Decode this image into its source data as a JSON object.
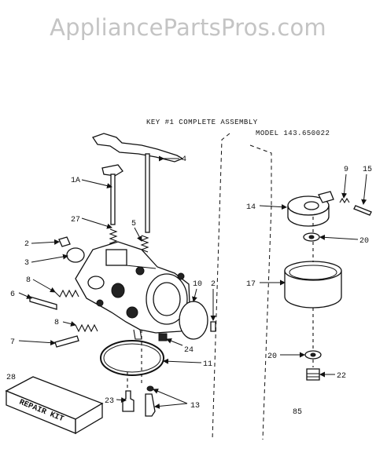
{
  "watermark": "AppliancePartsPros.com",
  "diagram": {
    "title": "KEY #1 COMPLETE ASSEMBLY",
    "model": "MODEL 143.650022",
    "page_code": "85",
    "kit_label": "REPAIR KIT",
    "labels": {
      "l1a": "1A",
      "l2a": "2",
      "l2b": "2",
      "l3": "3",
      "l4": "4",
      "l5": "5",
      "l6": "6",
      "l7": "7",
      "l8a": "8",
      "l8b": "8",
      "l9": "9",
      "l10": "10",
      "l11": "11",
      "l13": "13",
      "l14": "14",
      "l15": "15",
      "l17": "17",
      "l20a": "20",
      "l20b": "20",
      "l22": "22",
      "l23": "23",
      "l24": "24",
      "l27": "27",
      "l28": "28"
    }
  }
}
